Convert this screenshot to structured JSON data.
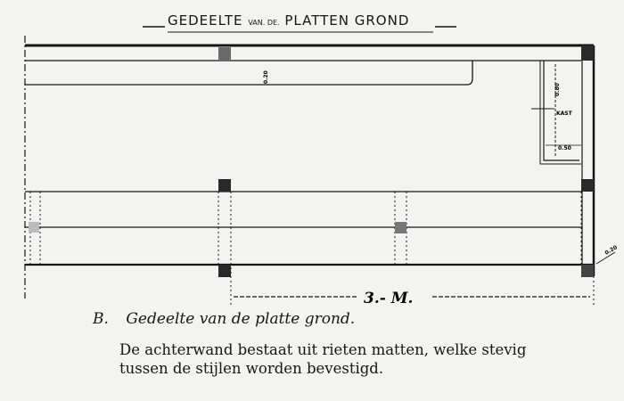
{
  "drawing": {
    "title_part1": "GEDEELTE",
    "title_part2": "VAN. DE.",
    "title_part3": "PLATTEN GROND",
    "dim_top_depth": "0.20",
    "dim_right_height": "0.80",
    "label_kast": "KAST",
    "dim_kast_width": "0.50",
    "dim_length": "3.- M.",
    "label_corner": "0.20"
  },
  "caption": {
    "label": "B.",
    "text": "Gedeelte van de platte grond."
  },
  "body": {
    "line1": "De achterwand bestaat uit rieten matten, welke stevig",
    "line2": "tussen de stijlen worden bevestigd."
  }
}
